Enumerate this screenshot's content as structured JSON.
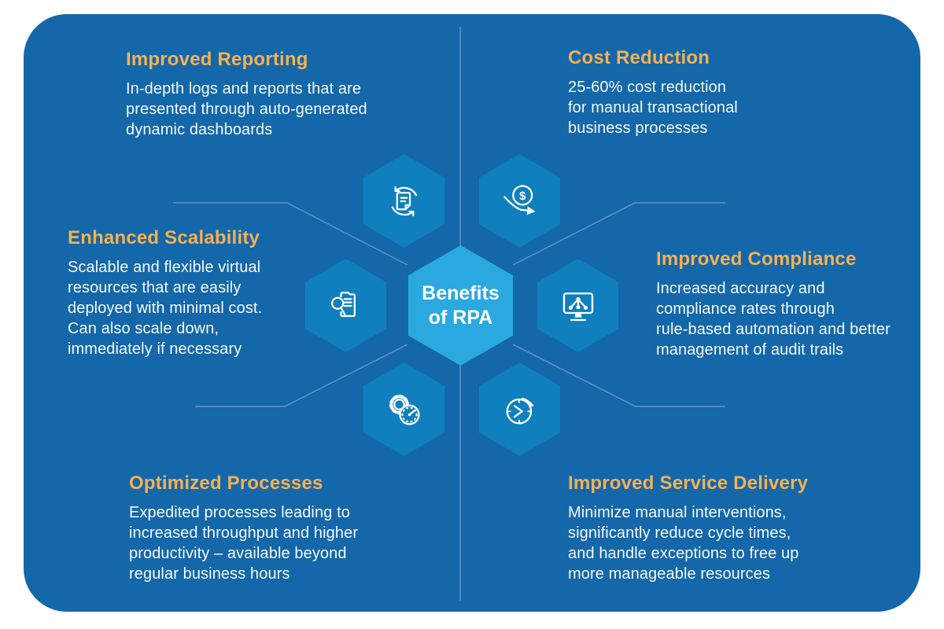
{
  "panel": {
    "background_color": "#1467A9",
    "hexagon_color": "#0F7FBE",
    "center_hexagon_color": "#29A9E0",
    "heading_color": "#F5B152",
    "body_text_color": "#F7FAFD",
    "spoke_line_color": "#A8BCE0"
  },
  "center": {
    "line1": "Benefits",
    "line2": "of RPA"
  },
  "sections": [
    {
      "id": "improved-reporting",
      "title": "Improved Reporting",
      "description": "In-depth logs and reports that are\npresented through auto-generated\ndynamic dashboards",
      "icon": "document-sync-icon"
    },
    {
      "id": "cost-reduction",
      "title": "Cost Reduction",
      "description": "25-60% cost reduction\nfor manual transactional\nbusiness processes",
      "icon": "dollar-decrease-icon"
    },
    {
      "id": "enhanced-scalability",
      "title": "Enhanced Scalability",
      "description": "Scalable and flexible virtual\nresources that are easily\ndeployed with minimal cost.\nCan also scale down,\nimmediately if necessary",
      "icon": "document-search-icon"
    },
    {
      "id": "improved-compliance",
      "title": "Improved Compliance",
      "description": "Increased accuracy and\ncompliance rates through\nrule-based automation and better\nmanagement of audit trails",
      "icon": "monitor-network-icon"
    },
    {
      "id": "optimized-processes",
      "title": "Optimized Processes",
      "description": "Expedited processes leading to\nincreased throughput and higher\nproductivity – available beyond\nregular business hours",
      "icon": "gear-gauge-icon"
    },
    {
      "id": "improved-service-delivery",
      "title": "Improved Service Delivery",
      "description": "Minimize manual interventions,\nsignificantly reduce cycle times,\nand handle exceptions to free up\nmore manageable resources",
      "icon": "clock-rotate-icon"
    }
  ]
}
